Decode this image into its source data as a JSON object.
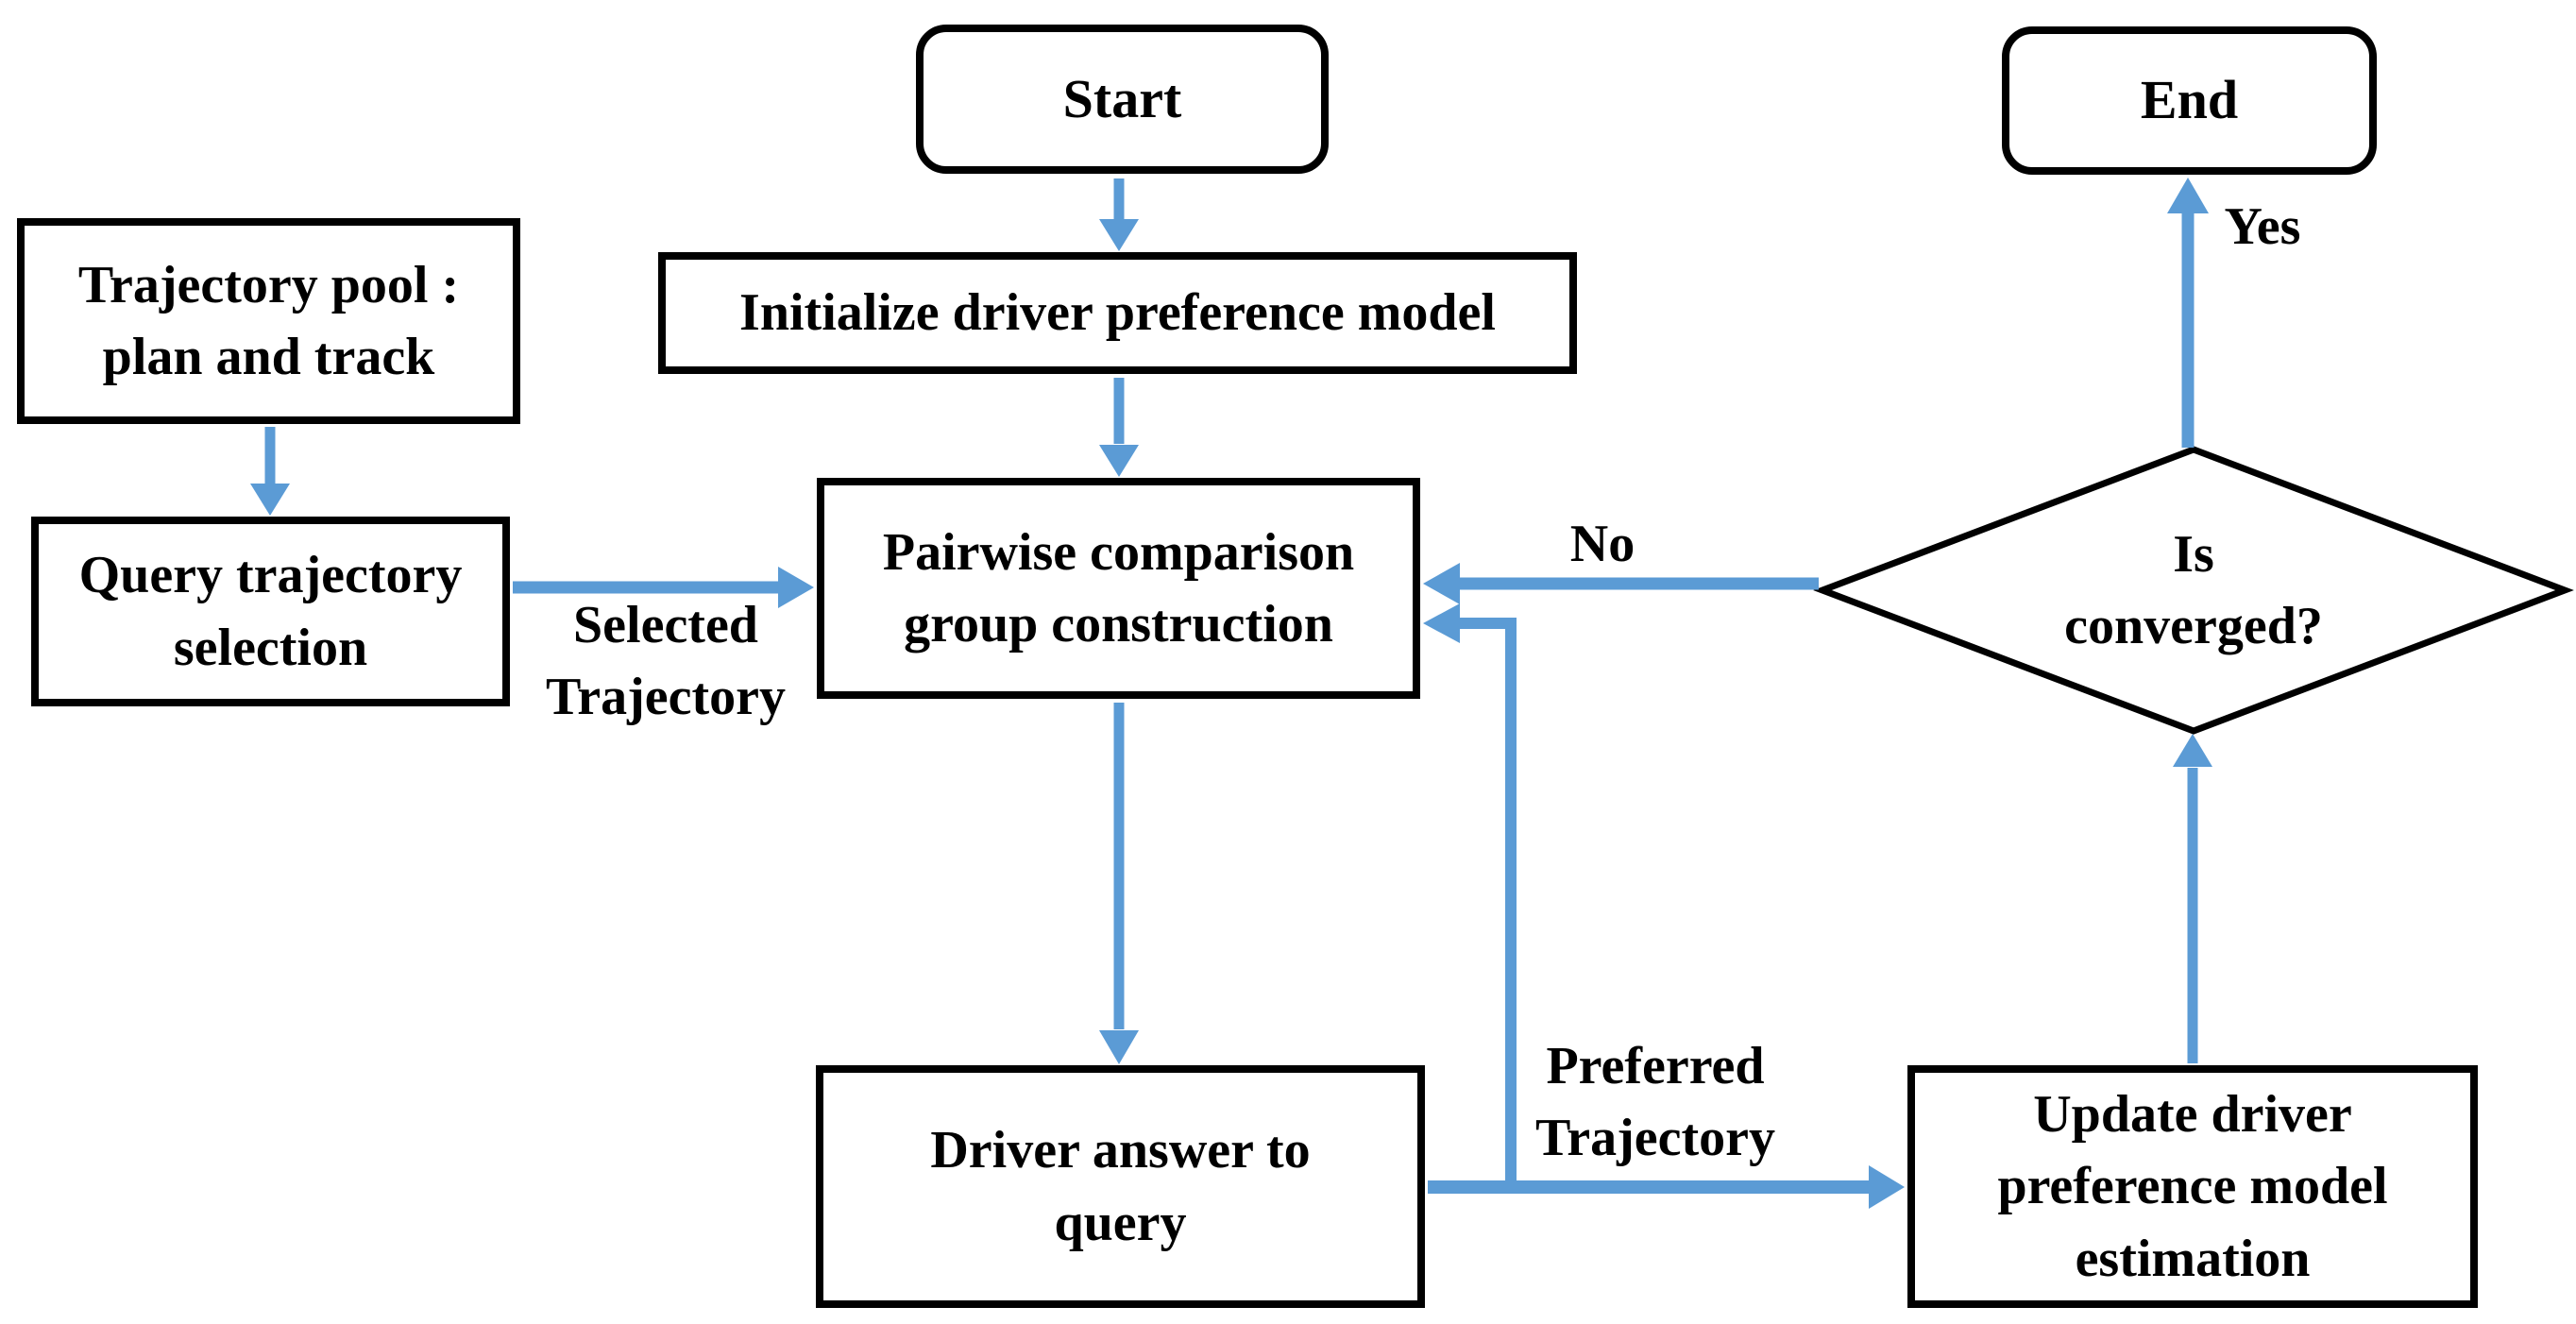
{
  "diagram_type": "flowchart",
  "colors": {
    "arrow": "#5B9BD5",
    "shape_border": "#000000",
    "text": "#000000",
    "background": "#FFFFFF"
  },
  "nodes": {
    "start": {
      "label": "Start",
      "shape": "terminator"
    },
    "end": {
      "label": "End",
      "shape": "terminator"
    },
    "trajectory_pool": {
      "label": "Trajectory pool :\nplan and track",
      "shape": "process"
    },
    "initialize_model": {
      "label": "Initialize driver preference model",
      "shape": "process"
    },
    "query_selection": {
      "label": "Query trajectory\nselection",
      "shape": "process"
    },
    "pairwise_group": {
      "label": "Pairwise comparison\ngroup construction",
      "shape": "process"
    },
    "driver_answer": {
      "label": "Driver answer to\nquery",
      "shape": "process"
    },
    "update_model": {
      "label": "Update driver\npreference model\nestimation",
      "shape": "process"
    },
    "is_converged": {
      "label": "Is\nconverged?",
      "shape": "decision"
    }
  },
  "edge_labels": {
    "selected_trajectory": "Selected\nTrajectory",
    "preferred_trajectory": "Preferred\nTrajectory",
    "no": "No",
    "yes": "Yes"
  },
  "edges": [
    {
      "from": "start",
      "to": "initialize_model"
    },
    {
      "from": "trajectory_pool",
      "to": "query_selection"
    },
    {
      "from": "initialize_model",
      "to": "pairwise_group"
    },
    {
      "from": "query_selection",
      "to": "pairwise_group",
      "label": "Selected Trajectory"
    },
    {
      "from": "pairwise_group",
      "to": "driver_answer"
    },
    {
      "from": "driver_answer",
      "to": "update_model",
      "label": "Preferred Trajectory"
    },
    {
      "from": "driver_answer",
      "to": "pairwise_group",
      "label": "Preferred Trajectory"
    },
    {
      "from": "update_model",
      "to": "is_converged"
    },
    {
      "from": "is_converged",
      "to": "pairwise_group",
      "label": "No"
    },
    {
      "from": "is_converged",
      "to": "end",
      "label": "Yes"
    }
  ]
}
